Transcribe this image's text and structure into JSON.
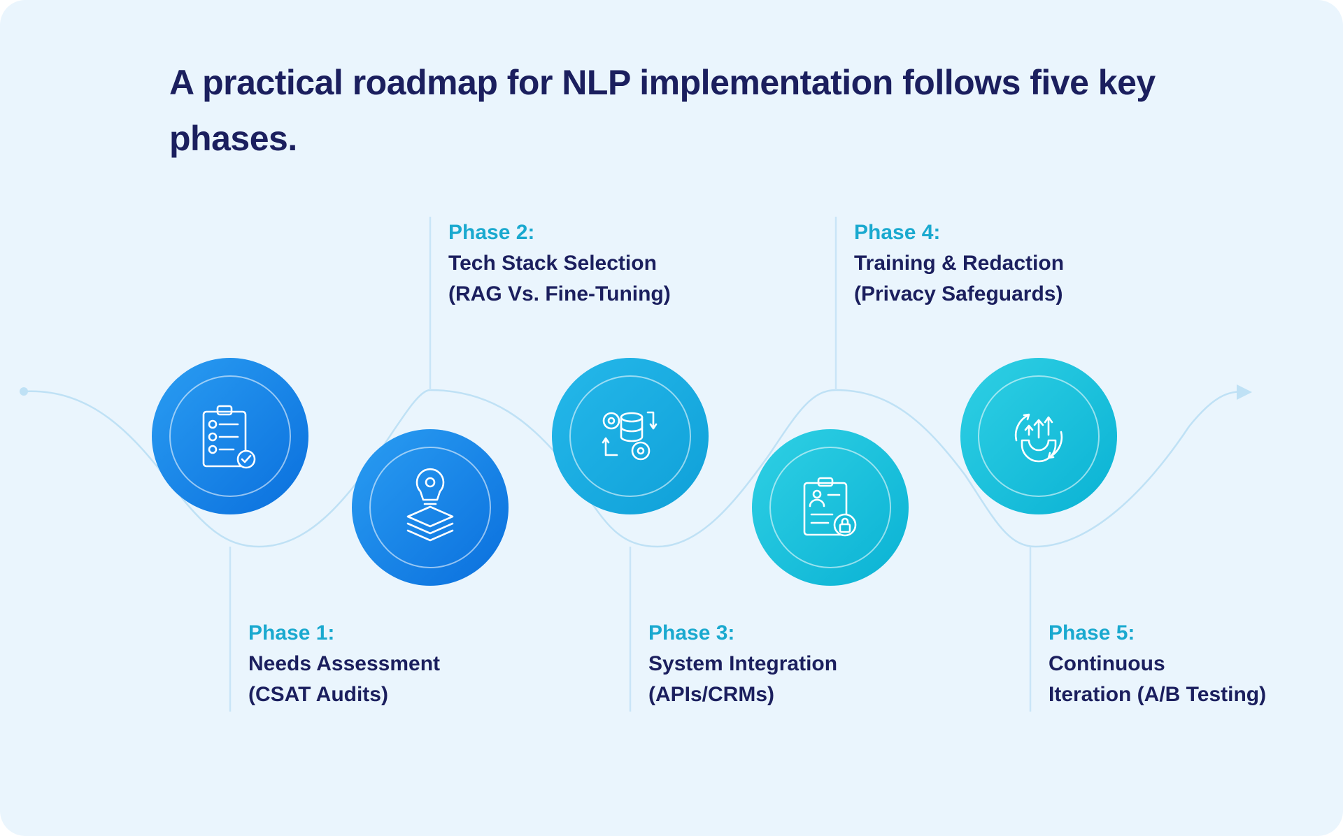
{
  "title": "A practical roadmap for NLP implementation follows five key phases.",
  "colors": {
    "background": "#eaf5fd",
    "title": "#1b1f5e",
    "phase_label": "#1aa9cf",
    "description": "#1b1f5e",
    "path_line": "#bfe1f5",
    "circle_blue_start": "#1e8ff0",
    "circle_blue_end": "#0a73e0",
    "circle_cyan_start": "#23c9e0",
    "circle_cyan_end": "#0bb4d6"
  },
  "phases": [
    {
      "label": "Phase 1:",
      "description": "Needs Assessment\n(CSAT Audits)",
      "icon": "clipboard-checklist-icon"
    },
    {
      "label": "Phase 2:",
      "description": "Tech Stack Selection\n(RAG Vs. Fine-Tuning)",
      "icon": "lightbulb-layers-icon"
    },
    {
      "label": "Phase 3:",
      "description": "System Integration\n(APIs/CRMs)",
      "icon": "database-gears-icon"
    },
    {
      "label": "Phase 4:",
      "description": "Training & Redaction\n(Privacy Safeguards)",
      "icon": "secure-document-icon"
    },
    {
      "label": "Phase 5:",
      "description": "Continuous\nIteration (A/B Testing)",
      "icon": "cycle-improvement-icon"
    }
  ]
}
